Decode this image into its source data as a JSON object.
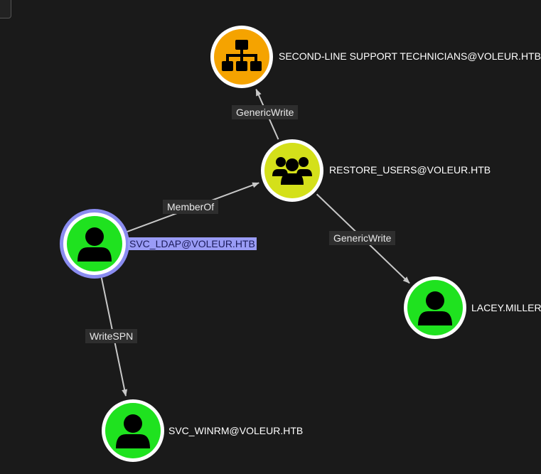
{
  "graph": {
    "colors": {
      "background": "#1a1a1a",
      "edge": "#c8c8c8",
      "selected_ring": "#8a8cf0",
      "label_selected_bg": "#9a9cf6"
    },
    "nodes": [
      {
        "id": "second_line",
        "label": "SECOND-LINE SUPPORT TECHNICIANS@VOLEUR.HTB",
        "kind": "ou",
        "icon": "org-tree-icon",
        "fill": "#f5a300",
        "selected": false
      },
      {
        "id": "restore_users",
        "label": "RESTORE_USERS@VOLEUR.HTB",
        "kind": "group",
        "icon": "group-icon",
        "fill": "#d4e01a",
        "selected": false
      },
      {
        "id": "svc_ldap",
        "label": "SVC_LDAP@VOLEUR.HTB",
        "kind": "user",
        "icon": "user-icon",
        "fill": "#1fe21f",
        "selected": true
      },
      {
        "id": "lacey_miller",
        "label": "LACEY.MILLER",
        "kind": "user",
        "icon": "user-icon",
        "fill": "#1fe21f",
        "selected": false
      },
      {
        "id": "svc_winrm",
        "label": "SVC_WINRM@VOLEUR.HTB",
        "kind": "user",
        "icon": "user-icon",
        "fill": "#1fe21f",
        "selected": false
      }
    ],
    "edges": [
      {
        "from": "svc_ldap",
        "to": "restore_users",
        "label": "MemberOf"
      },
      {
        "from": "restore_users",
        "to": "second_line",
        "label": "GenericWrite"
      },
      {
        "from": "restore_users",
        "to": "lacey_miller",
        "label": "GenericWrite"
      },
      {
        "from": "svc_ldap",
        "to": "svc_winrm",
        "label": "WriteSPN"
      }
    ]
  }
}
